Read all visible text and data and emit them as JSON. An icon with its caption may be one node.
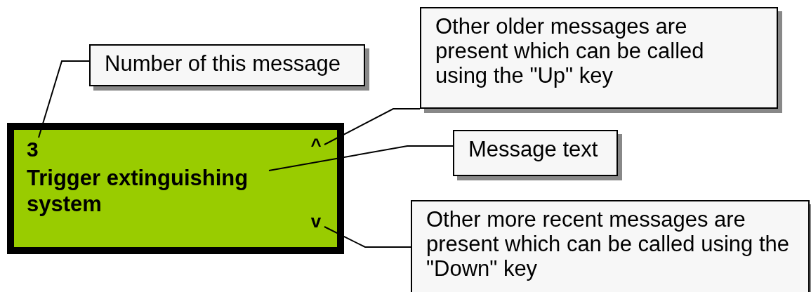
{
  "diagram": {
    "nodes": [
      {
        "text": [],
        "shape": "box"
      },
      {
        "text": [
          "3"
        ],
        "in": 0
      },
      {
        "text": [
          "Trigger extinguishing system"
        ],
        "in": 0
      },
      {
        "text": [
          "^"
        ],
        "in": 0
      },
      {
        "text": [
          "v"
        ],
        "in": 0
      },
      {
        "text": [
          "Number of this message"
        ]
      },
      {
        "text": [
          "Other older messages are present which can be called using the \"Up\" key"
        ]
      },
      {
        "text": [
          "Message text"
        ]
      },
      {
        "text": [
          "Other more recent messages are present which can be called using the \"Down\" key"
        ]
      }
    ],
    "edges": [
      {
        "from": 5,
        "to": 1,
        "arrow": "none"
      },
      {
        "from": 6,
        "to": 3,
        "arrow": "none"
      },
      {
        "from": 7,
        "to": 2,
        "arrow": "none"
      },
      {
        "from": 8,
        "to": 4,
        "arrow": "none"
      }
    ]
  }
}
